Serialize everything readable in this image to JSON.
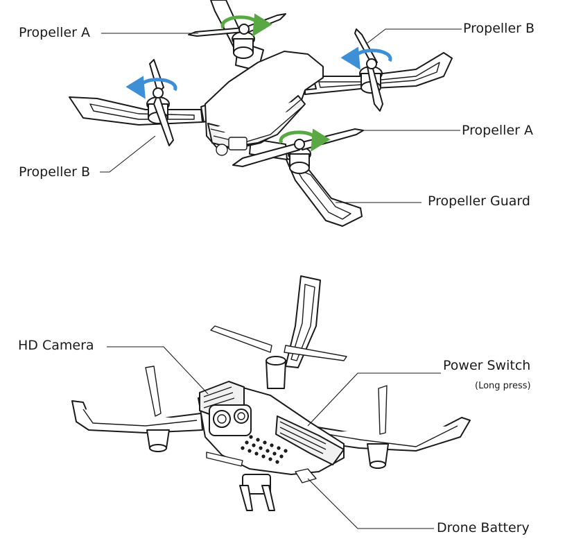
{
  "labels": {
    "top_propeller_a_1": "Propeller A",
    "top_propeller_b_1": "Propeller B",
    "top_propeller_a_2": "Propeller A",
    "top_propeller_b_2": "Propeller B",
    "top_propeller_guard": "Propeller Guard",
    "bottom_hd_camera": "HD Camera",
    "bottom_power_switch": "Power Switch",
    "bottom_power_switch_note": "(Long press)",
    "bottom_drone_battery": "Drone Battery"
  },
  "colors": {
    "propeller_a_arrow": "#5aa844",
    "propeller_b_arrow": "#3d8fd6"
  }
}
